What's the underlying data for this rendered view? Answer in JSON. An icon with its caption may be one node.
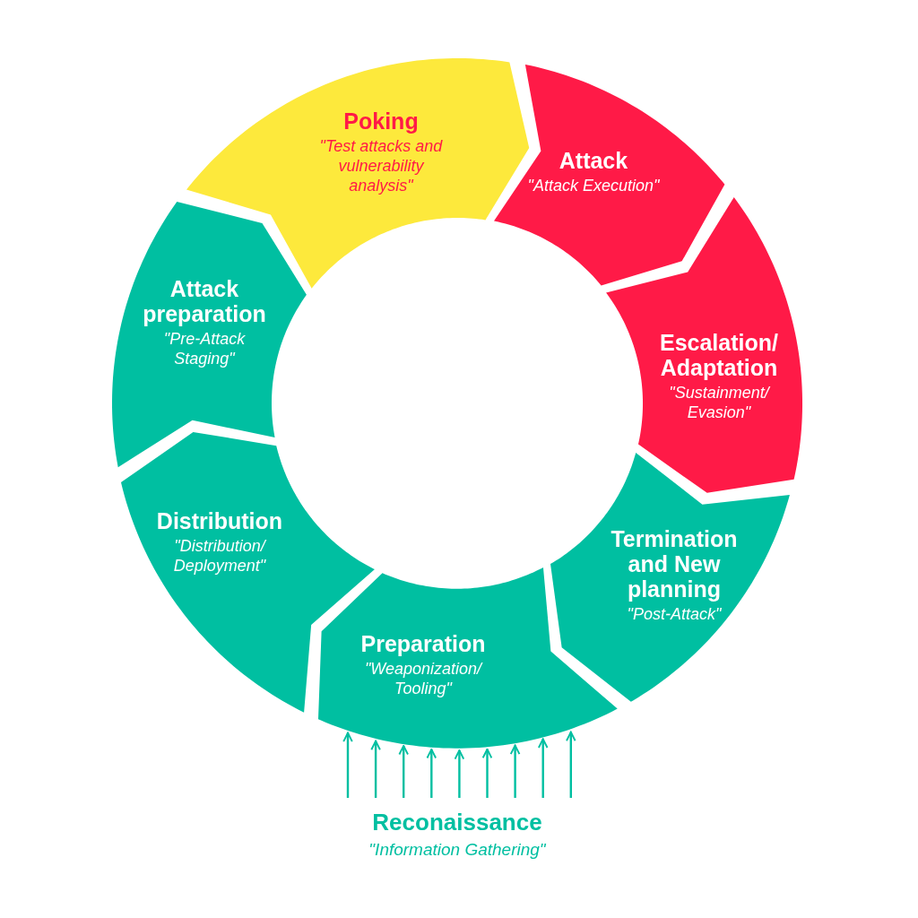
{
  "diagram": {
    "nodes": [
      {
        "text": [
          "Poking",
          "\"Test attacks and vulnerability analysis\""
        ]
      },
      {
        "text": [
          "Attack",
          "\"Attack Execution\""
        ]
      },
      {
        "text": [
          "Escalation/ Adaptation",
          "\"Sustainment/ Evasion\""
        ]
      },
      {
        "text": [
          "Termination and New planning",
          "\"Post-Attack\""
        ]
      },
      {
        "text": [
          "Preparation",
          "\"Weaponization/ Tooling\""
        ]
      },
      {
        "text": [
          "Distribution",
          "\"Distribution/ Deployment\""
        ]
      },
      {
        "text": [
          "Attack preparation",
          "\"Pre-Attack Staging\""
        ]
      },
      {
        "text": [
          "Reconaissance",
          "\"Information Gathering\""
        ]
      }
    ],
    "edges": [
      {
        "from": 7,
        "to": 4,
        "arrow": "to"
      },
      {
        "from": 7,
        "to": 4,
        "arrow": "to"
      },
      {
        "from": 7,
        "to": 4,
        "arrow": "to"
      },
      {
        "from": 7,
        "to": 4,
        "arrow": "to"
      },
      {
        "from": 7,
        "to": 4,
        "arrow": "to"
      },
      {
        "from": 7,
        "to": 4,
        "arrow": "to"
      },
      {
        "from": 7,
        "to": 4,
        "arrow": "to"
      },
      {
        "from": 7,
        "to": 4,
        "arrow": "to"
      },
      {
        "from": 7,
        "to": 4,
        "arrow": "to"
      }
    ]
  }
}
